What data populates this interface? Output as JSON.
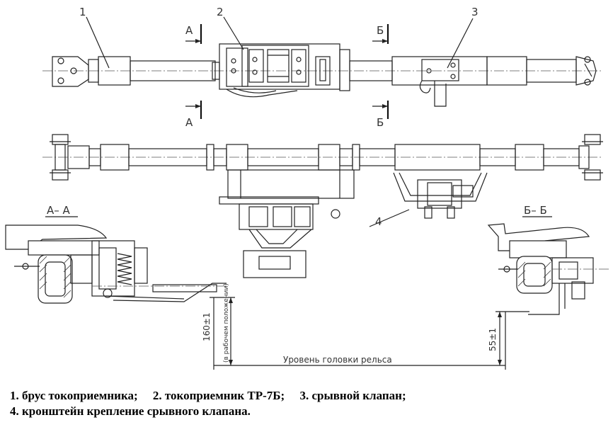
{
  "labels": {
    "part1": "1",
    "part2": "2",
    "part3": "3",
    "part4": "4",
    "sectionA": "А",
    "sectionB": "Б",
    "sectionAA": "А– А",
    "sectionBB": "Б– Б"
  },
  "dimensions": {
    "height_working": "160±1",
    "height_working_note": "(в рабочем положении)",
    "height_valve": "55±1",
    "rail_level": "Уровень головки рельса"
  },
  "caption": {
    "item1": "1. брус токоприемника;",
    "item2": "2. токоприемник ТР-7Б;",
    "item3": "3. срывной клапан;",
    "item4": "4. кронштейн крепление срывного клапана."
  }
}
